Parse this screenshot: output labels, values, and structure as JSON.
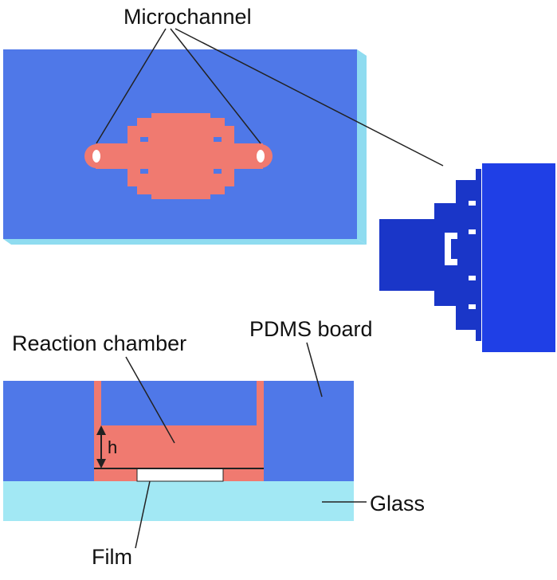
{
  "labels": {
    "microchannel": "Microchannel",
    "pdms_board": "PDMS board",
    "reaction_chamber": "Reaction chamber",
    "height": "h",
    "glass": "Glass",
    "film": "Film"
  },
  "colors": {
    "pdms": "#4f78e8",
    "pdms_edge": "#8fdcf0",
    "channel": "#f07a70",
    "detail": "#1f3fe6",
    "detail_dark": "#1a36c8",
    "glass": "#a2e8f4",
    "film": "#ffffff",
    "line": "#222222"
  }
}
